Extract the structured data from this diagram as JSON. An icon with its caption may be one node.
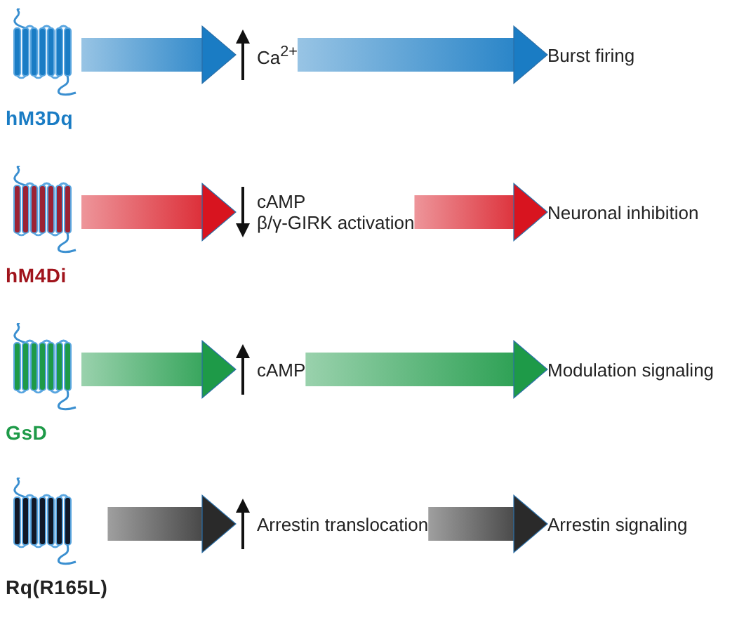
{
  "diagram": {
    "nodes": [
      {
        "text": [
          "hM3Dq"
        ]
      },
      {
        "text": [
          "Ca$^{2+}$"
        ]
      },
      {
        "text": [
          "Burst firing"
        ]
      },
      {
        "text": [
          "hM4Di"
        ]
      },
      {
        "text": [
          "cAMP",
          "β/γ-GIRK activation"
        ]
      },
      {
        "text": [
          "Neuronal inhibition"
        ]
      },
      {
        "text": [
          "GsD"
        ]
      },
      {
        "text": [
          "cAMP"
        ]
      },
      {
        "text": [
          "Modulation signaling"
        ]
      },
      {
        "text": [
          "Rq(R165L)"
        ]
      },
      {
        "text": [
          "Arrestin translocation"
        ]
      },
      {
        "text": [
          "Arrestin signaling"
        ]
      }
    ],
    "edges": [
      {
        "from": 0,
        "to": 1,
        "arrow": "to",
        "style": "thick",
        "color": "#1a7cc4"
      },
      {
        "from": 1,
        "to": 2,
        "arrow": "to",
        "style": "thick",
        "color": "#1a7cc4"
      },
      {
        "from": 3,
        "to": 4,
        "arrow": "to",
        "style": "thick",
        "color": "#d8141f"
      },
      {
        "from": 4,
        "to": 5,
        "arrow": "to",
        "style": "thick",
        "color": "#d8141f"
      },
      {
        "from": 6,
        "to": 7,
        "arrow": "to",
        "style": "thick",
        "color": "#1e9a48"
      },
      {
        "from": 7,
        "to": 8,
        "arrow": "to",
        "style": "thick",
        "color": "#1e9a48"
      },
      {
        "from": 9,
        "to": 10,
        "arrow": "to",
        "style": "thick",
        "color": "#2a2a2a"
      },
      {
        "from": 10,
        "to": 11,
        "arrow": "to",
        "style": "thick",
        "color": "#2a2a2a"
      }
    ]
  }
}
